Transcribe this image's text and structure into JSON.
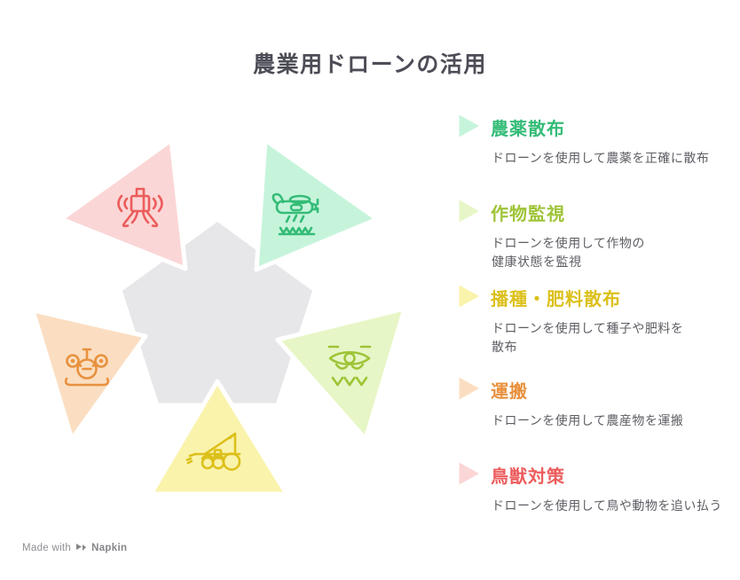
{
  "title": "農業用ドローンの活用",
  "colors": {
    "background": "#FFFFFF",
    "title_text": "#4D4D57",
    "description_text": "#5D5D64",
    "pentagon_fill": "#E7E6E9",
    "shape_outline": "#FFFFFF",
    "footer_text": "#8E8E93"
  },
  "diagram": {
    "center_shape": "pentagon",
    "layout": "five triangles pointing at central pentagon"
  },
  "items": [
    {
      "label": "農薬散布",
      "description": "ドローンを使用して農薬を正確に散布",
      "accent_color": "#34BC77",
      "fill_color": "#C6F4DB",
      "icon": "crop-duster-plane-icon",
      "triangle_position": "top-right"
    },
    {
      "label": "作物監視",
      "description": "ドローンを使用して作物の\n健康状態を監視",
      "accent_color": "#9EC437",
      "fill_color": "#E7F6C6",
      "icon": "surveillance-drone-icon",
      "triangle_position": "right"
    },
    {
      "label": "播種・肥料散布",
      "description": "ドローンを使用して種子や肥料を\n散布",
      "accent_color": "#DCC01B",
      "fill_color": "#FAF3AC",
      "icon": "seeder-machine-icon",
      "triangle_position": "bottom"
    },
    {
      "label": "運搬",
      "description": "ドローンを使用して農産物を運搬",
      "accent_color": "#E8913E",
      "fill_color": "#FBDEC1",
      "icon": "transport-drone-icon",
      "triangle_position": "left"
    },
    {
      "label": "鳥獣対策",
      "description": "ドローンを使用して鳥や動物を追い払う",
      "accent_color": "#EC5C5C",
      "fill_color": "#FBD6D6",
      "icon": "bird-repeller-drone-icon",
      "triangle_position": "top-left"
    }
  ],
  "footer": {
    "made_with": "Made with",
    "brand": "Napkin",
    "logo_icon": "napkin-flag-icon"
  }
}
